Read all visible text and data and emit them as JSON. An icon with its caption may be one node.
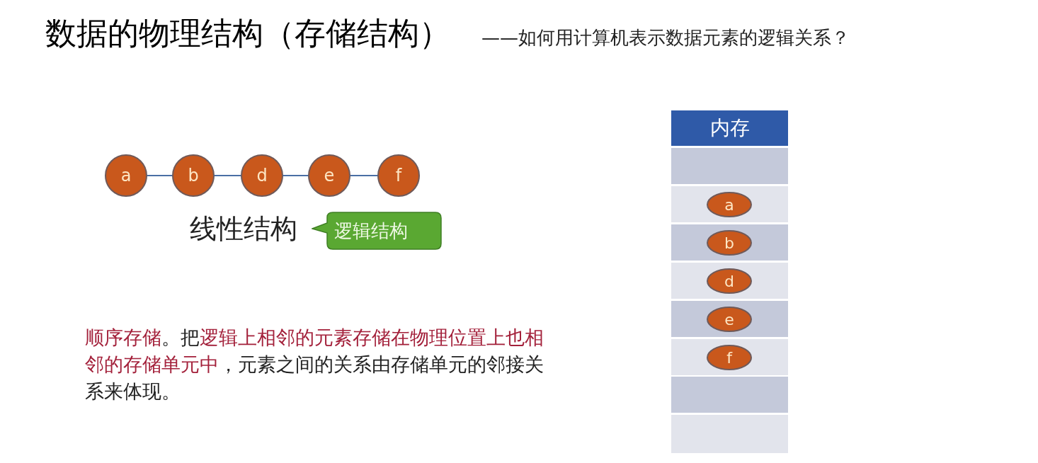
{
  "diagram": {
    "title": "数据的物理结构（存储结构）",
    "nodes": [
      {
        "text": [
          "a"
        ]
      },
      {
        "text": [
          "b"
        ]
      },
      {
        "text": [
          "d"
        ]
      },
      {
        "text": [
          "e"
        ]
      },
      {
        "text": [
          "f"
        ]
      },
      {
        "text": [
          "逻辑结构"
        ]
      },
      {
        "text": [
          "内存"
        ]
      },
      {
        "text": [],
        "shape": "box"
      },
      {
        "text": [],
        "shape": "box"
      },
      {
        "text": [],
        "shape": "box"
      },
      {
        "text": [],
        "shape": "box"
      },
      {
        "text": [],
        "shape": "box"
      },
      {
        "text": [],
        "shape": "box"
      },
      {
        "text": [],
        "shape": "box"
      },
      {
        "text": [],
        "shape": "box"
      },
      {
        "text": [
          "a"
        ],
        "in": 8
      },
      {
        "text": [
          "b"
        ],
        "in": 9
      },
      {
        "text": [
          "d"
        ],
        "in": 10
      },
      {
        "text": [
          "e"
        ],
        "in": 11
      },
      {
        "text": [
          "f"
        ],
        "in": 12
      }
    ],
    "edges": [
      {
        "from": 0,
        "to": 1,
        "arrow": "none"
      },
      {
        "from": 1,
        "to": 2,
        "arrow": "none"
      },
      {
        "from": 2,
        "to": 3,
        "arrow": "none"
      },
      {
        "from": 3,
        "to": 4,
        "arrow": "none"
      }
    ],
    "labels": [
      "——如何用计算机表示数据元素的逻辑关系？",
      "线性结构",
      "**顺序存储**。把**逻辑上相邻的元素存储在物理位置上也相邻的存储单元中**，元素之间的关系由存储单元的邻接关系来体现。"
    ]
  }
}
